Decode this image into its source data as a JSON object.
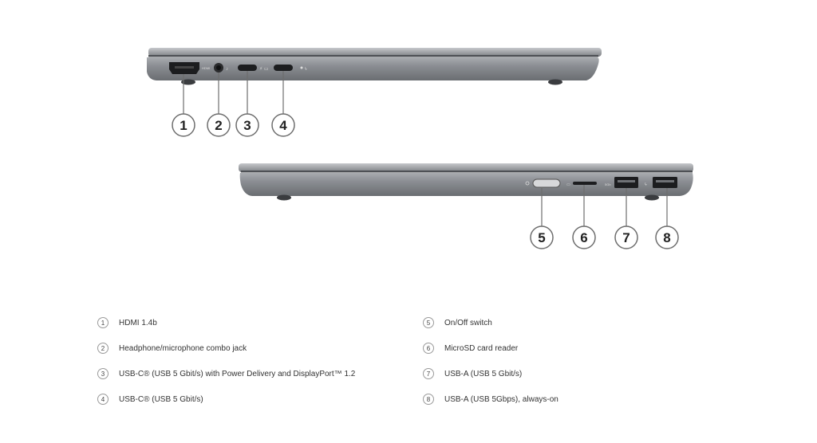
{
  "callouts": [
    "1",
    "2",
    "3",
    "4",
    "5",
    "6",
    "7",
    "8"
  ],
  "port_legend": [
    {
      "num": "1",
      "label": "HDMI 1.4b"
    },
    {
      "num": "2",
      "label": "Headphone/microphone combo jack"
    },
    {
      "num": "3",
      "label": "USB-C® (USB 5 Gbit/s) with Power Delivery and DisplayPort™ 1.2"
    },
    {
      "num": "4",
      "label": "USB-C® (USB 5 Gbit/s)"
    },
    {
      "num": "5",
      "label": "On/Off switch"
    },
    {
      "num": "6",
      "label": "MicroSD card reader"
    },
    {
      "num": "7",
      "label": "USB-A (USB 5 Gbit/s)"
    },
    {
      "num": "8",
      "label": "USB-A (USB 5Gbps), always-on"
    }
  ],
  "colors": {
    "chassis": "#8e9196",
    "chassis_dark": "#5f6266",
    "port": "#1c1d1f",
    "callout_stroke": "#6d6d6d"
  }
}
